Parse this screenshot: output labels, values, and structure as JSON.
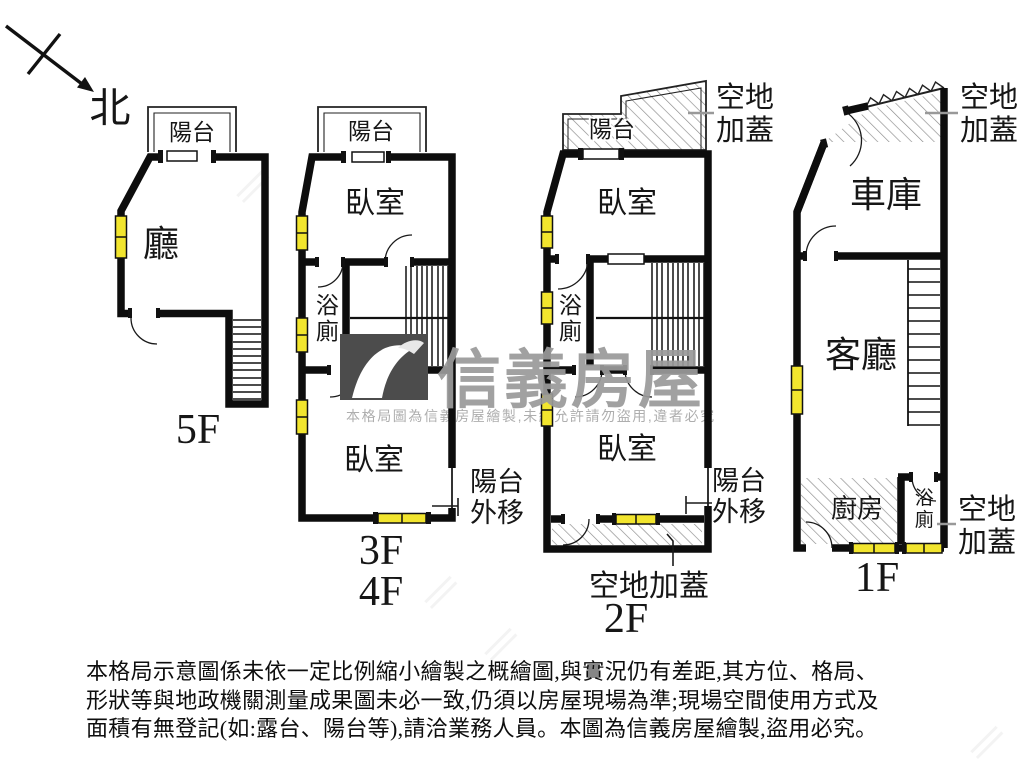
{
  "compass": {
    "label": "北"
  },
  "plans": {
    "f5": {
      "floor": "5F",
      "balcony": "陽台",
      "hall": "廳"
    },
    "f34": {
      "floor_a": "3F",
      "floor_b": "4F",
      "balcony": "陽台",
      "bedroom_top": "臥室",
      "bathroom": "浴廁",
      "bedroom_bottom": "臥室",
      "note_balcony_moved": "陽台外移"
    },
    "f2": {
      "floor": "2F",
      "balcony": "陽台",
      "bedroom_top": "臥室",
      "bathroom": "浴廁",
      "bedroom_bottom": "臥室",
      "note_cover_top": "空地加蓋",
      "note_balcony_moved": "陽台外移",
      "note_cover_bottom": "空地加蓋"
    },
    "f1": {
      "floor": "1F",
      "garage": "車庫",
      "living_room": "客廳",
      "kitchen": "廚房",
      "bathroom": "浴廁",
      "note_cover_top": "空地加蓋",
      "note_cover_bottom": "空地加蓋"
    }
  },
  "watermark": {
    "brand": "信義房屋",
    "notice": "本格局圖為信義房屋繪製,未經允許請勿盜用,違者必究"
  },
  "disclaimer": {
    "line1": "本格局示意圖係未依一定比例縮小繪製之概繪圖,與實況仍有差距,其方位、格局、",
    "line2": "形狀等與地政機關測量成果圖未必一致,仍須以房屋現場為準;現場空間使用方式及",
    "line3": "面積有無登記(如:露台、陽台等),請洽業務人員。本圖為信義房屋繪製,盜用必究。"
  },
  "colors": {
    "wall": "#111111",
    "window_fill": "#F2E52E",
    "hatch_line": "#8a8a8a",
    "watermark_gray": "#9a9a9a",
    "logo_gray": "#4c4c4c",
    "pointer_gray": "#999999"
  }
}
